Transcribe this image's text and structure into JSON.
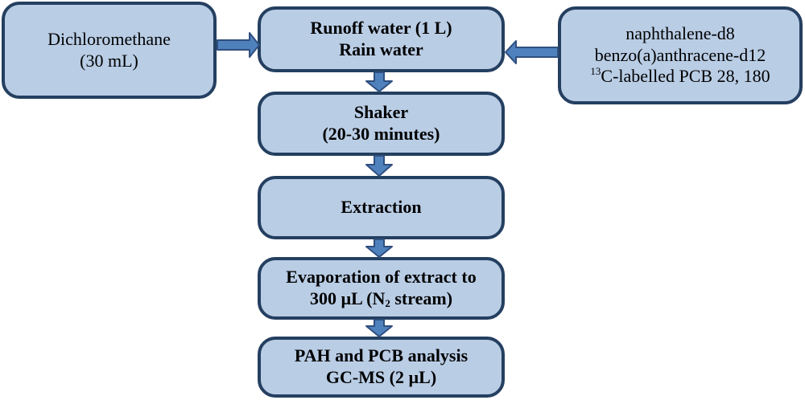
{
  "left_box": {
    "lines": [
      "Dichloromethane",
      "(30 mL)"
    ]
  },
  "right_box": {
    "line1": "naphthalene-d8",
    "line2": "benzo(a)anthracene-d12",
    "line3_sup": "13",
    "line3_rest": "C-labelled PCB 28, 180"
  },
  "steps": {
    "runoff": {
      "line1": "Runoff water (1 L)",
      "line2": "Rain water"
    },
    "shaker": {
      "line1": "Shaker",
      "line2": "(20-30 minutes)"
    },
    "extraction": {
      "line1": "Extraction"
    },
    "evaporation": {
      "line1": "Evaporation of extract to",
      "line2_a": "300 µL (N",
      "line2_sub": "2",
      "line2_b": " stream)"
    },
    "analysis": {
      "line1": "PAH and PCB analysis",
      "line2": "GC-MS (2 µL)"
    }
  },
  "colors": {
    "box_fill": "#b9cde5",
    "box_border": "#243f60",
    "arrow_fill": "#4f81bd",
    "arrow_outline": "#2f4f7f"
  }
}
